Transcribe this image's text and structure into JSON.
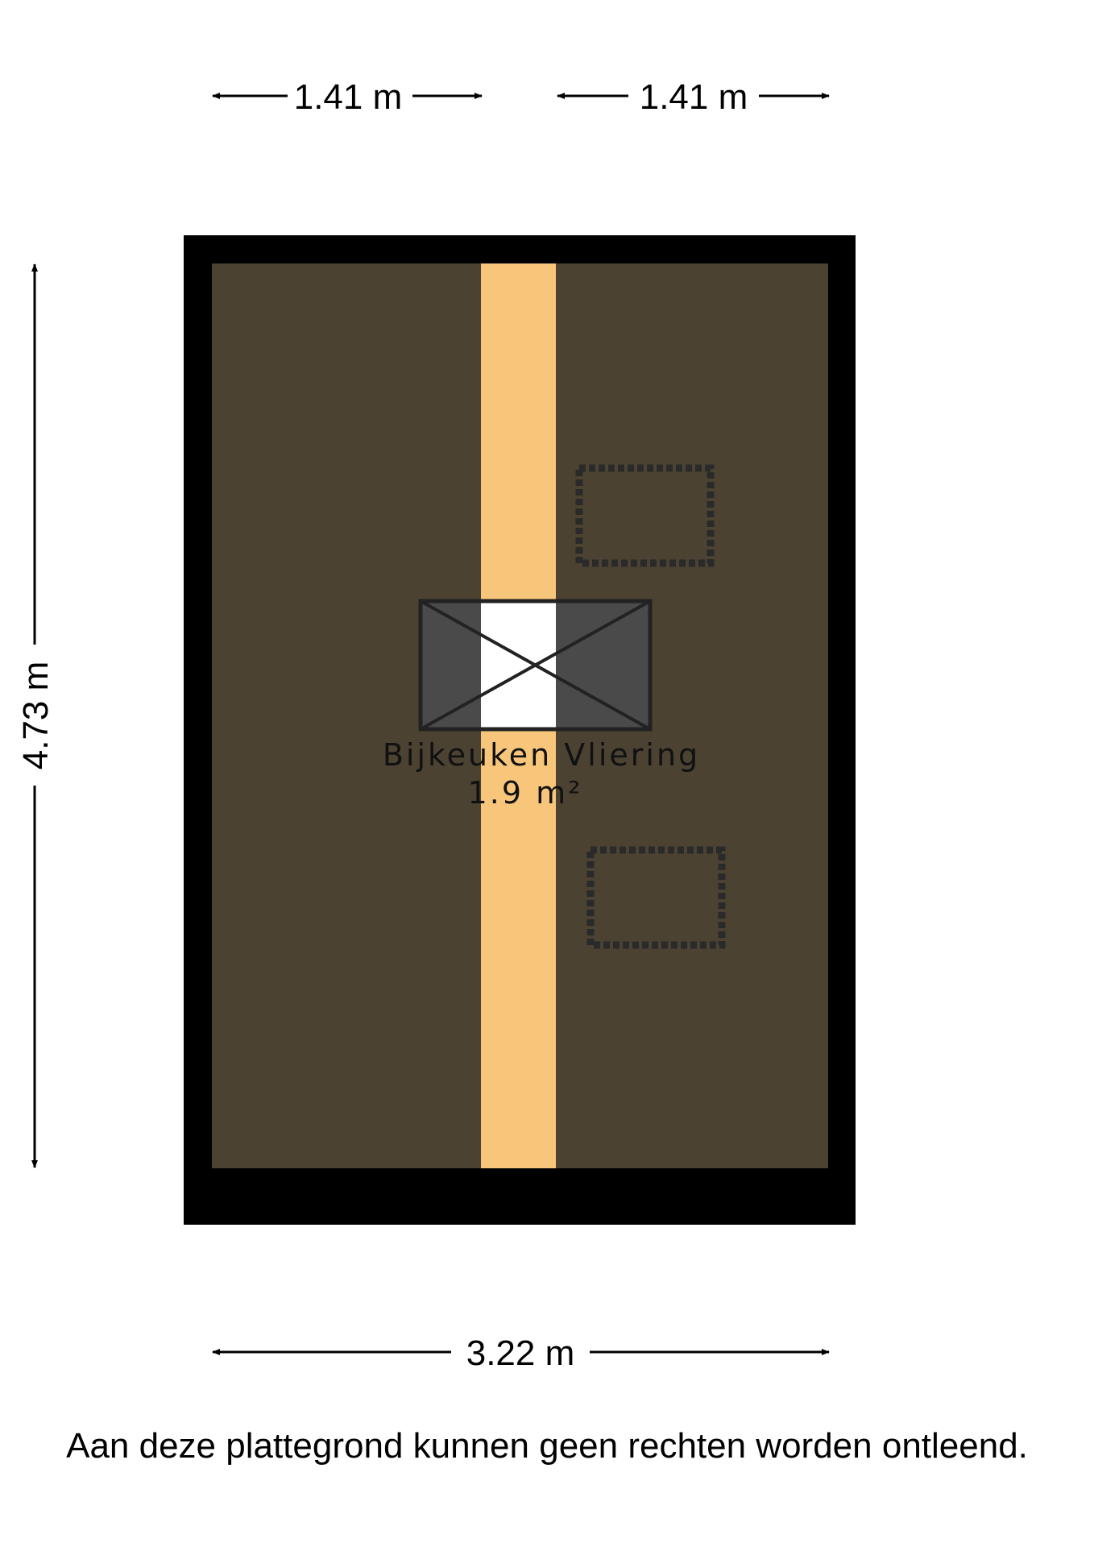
{
  "dimensions": {
    "top_left": "1.41 m",
    "top_right": "1.41 m",
    "left": "4.73 m",
    "bottom": "3.22 m"
  },
  "room": {
    "name": "Bijkeuken Vliering",
    "area": "1.9 m²"
  },
  "colors": {
    "wall": "#000000",
    "floor": "#4b4232",
    "beam": "#f8c67b",
    "hatch": "#4a4a4a",
    "hatch_open": "#ffffff"
  },
  "disclaimer": "Aan deze plattegrond kunnen geen rechten worden ontleend."
}
